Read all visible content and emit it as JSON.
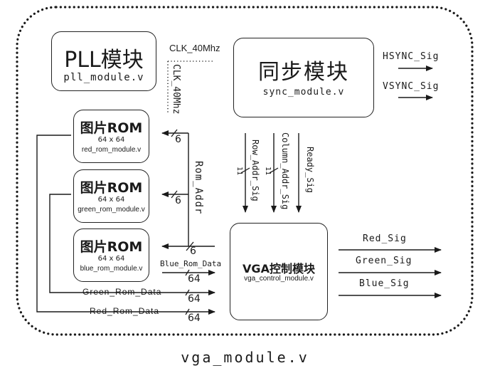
{
  "diagram": {
    "title": "vga_module.v",
    "modules": {
      "pll": {
        "title": "PLL模块",
        "file": "pll_module.v"
      },
      "sync": {
        "title": "同步模块",
        "file": "sync_module.v"
      },
      "red_rom": {
        "title": "图片ROM",
        "size": "64 x 64",
        "file": "red_rom_module.v"
      },
      "green_rom": {
        "title": "图片ROM",
        "size": "64 x 64",
        "file": "green_rom_module.v"
      },
      "blue_rom": {
        "title": "图片ROM",
        "size": "64 x 64",
        "file": "blue_rom_module.v"
      },
      "vga_control": {
        "title": "VGA控制模块",
        "file": "vga_control_module.v"
      }
    },
    "signals": {
      "clk_horizontal": "CLK_40Mhz",
      "clk_vertical": "CLK_40Mhz",
      "hsync": "HSYNC_Sig",
      "vsync": "VSYNC_Sig",
      "rom_addr": "Rom_Addr",
      "row_addr": "Row_Addr_Sig",
      "column_addr": "Column_Addr_Sig",
      "ready": "Ready_Sig",
      "blue_rom_data": "Blue_Rom_Data",
      "green_rom_data": "Green_Rom_Data",
      "red_rom_data": "Red_Rom_Data",
      "red_sig": "Red_Sig",
      "green_sig": "Green_Sig",
      "blue_sig": "Blue_Sig"
    },
    "bus_widths": {
      "rom_addr_red": "6",
      "rom_addr_green": "6",
      "rom_addr_blue": "6",
      "row_addr": "11",
      "column_addr": "11",
      "blue_data": "64",
      "green_data": "64",
      "red_data": "64"
    }
  }
}
